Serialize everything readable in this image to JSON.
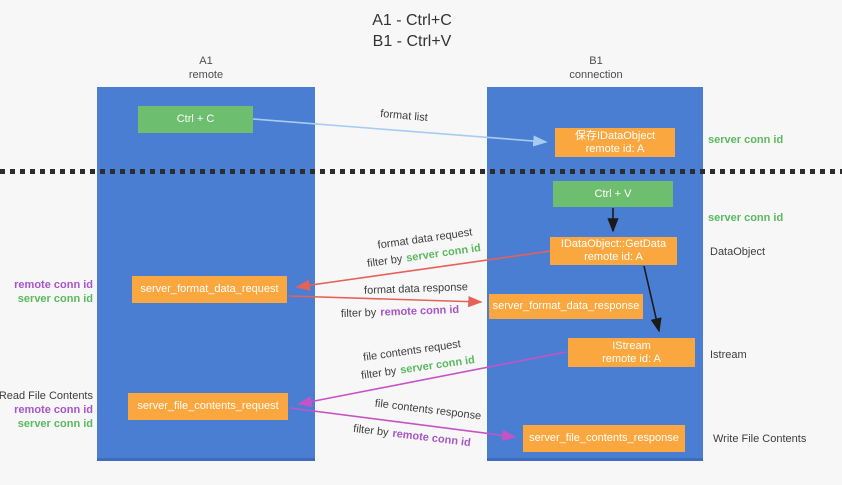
{
  "title": {
    "line1": "A1 - Ctrl+C",
    "line2": "B1 - Ctrl+V"
  },
  "lifelines": {
    "a1": {
      "name": "A1",
      "role": "remote"
    },
    "b1": {
      "name": "B1",
      "role": "connection"
    }
  },
  "nodes": {
    "ctrl_c": {
      "label": "Ctrl + C"
    },
    "ctrl_v": {
      "label": "Ctrl + V"
    },
    "save_idataobject": {
      "line1": "保存IDataObject",
      "line2": "remote id: A"
    },
    "getdata": {
      "line1": "IDataObject::GetData",
      "line2": "remote id: A"
    },
    "istream": {
      "line1": "IStream",
      "line2": "remote id: A"
    },
    "format_request": {
      "label": "server_format_data_request"
    },
    "format_response": {
      "label": "server_format_data_response"
    },
    "file_request": {
      "label": "server_file_contents_request"
    },
    "file_response": {
      "label": "server_file_contents_response"
    }
  },
  "arrows": {
    "format_list": {
      "label": "format list"
    },
    "format_data_request": {
      "label": "format data request",
      "filter_prefix": "filter by",
      "filter_value": "server conn id"
    },
    "format_data_response": {
      "label": "format data response",
      "filter_prefix": "filter by",
      "filter_value": "remote conn id"
    },
    "file_contents_request": {
      "label": "file contents request",
      "filter_prefix": "filter by",
      "filter_value": "server conn id"
    },
    "file_contents_response": {
      "label": "file contents response",
      "filter_prefix": "filter by",
      "filter_value": "remote conn id"
    }
  },
  "annotations": {
    "right": {
      "server_conn_id_top": "server conn id",
      "server_conn_id_mid": "server conn id",
      "dataobject": "DataObject",
      "istream": "Istream",
      "write_file_contents": "Write File Contents"
    },
    "left": {
      "remote_conn_id_1": "remote conn id",
      "server_conn_id_1": "server conn id",
      "read_file_contents": "Read File Contents",
      "remote_conn_id_2": "remote conn id",
      "server_conn_id_2": "server conn id"
    }
  },
  "colors": {
    "lifeline_blue": "#4a7ed2",
    "action_green": "#6dbe6f",
    "message_orange": "#f9a73e",
    "server_conn_green": "#5bb95e",
    "remote_conn_purple": "#a855c8",
    "request_red": "#e66157",
    "response_magenta": "#c653c6",
    "format_list_blue": "#a6cdf0",
    "background": "#f7f7f8"
  }
}
